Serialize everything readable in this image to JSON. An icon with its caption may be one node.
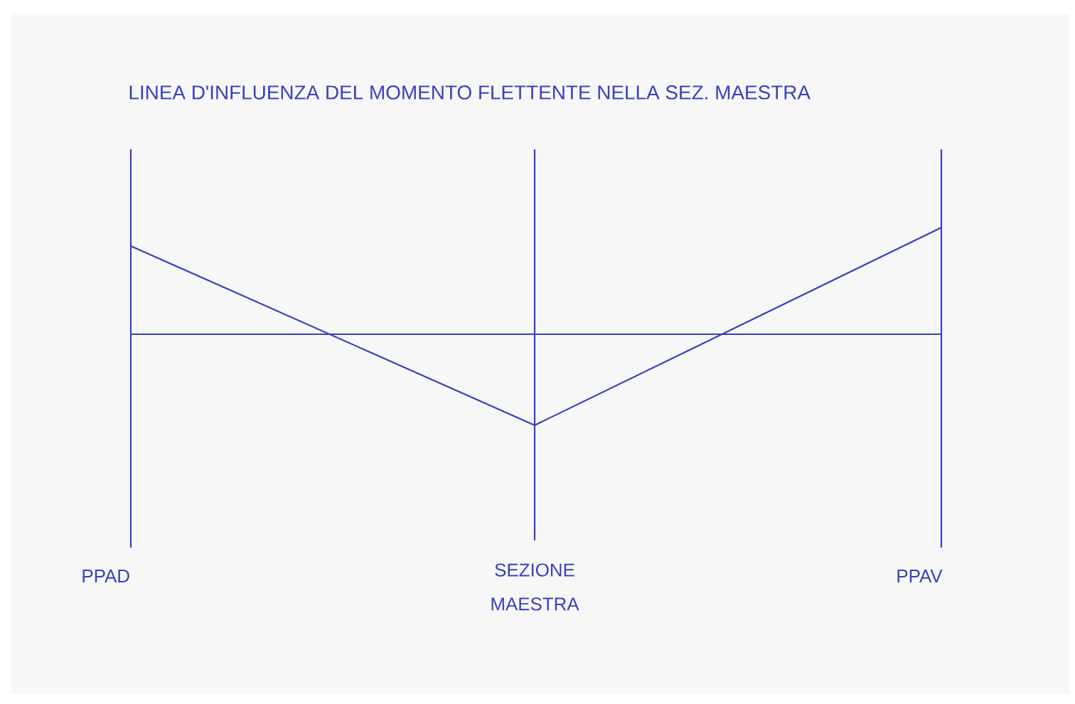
{
  "diagram": {
    "title": "LINEA D'INFLUENZA DEL MOMENTO FLETTENTE NELLA SEZ. MAESTRA",
    "labels": [
      "PPAD",
      "SEZIONE MAESTRA",
      "PPAV"
    ]
  }
}
